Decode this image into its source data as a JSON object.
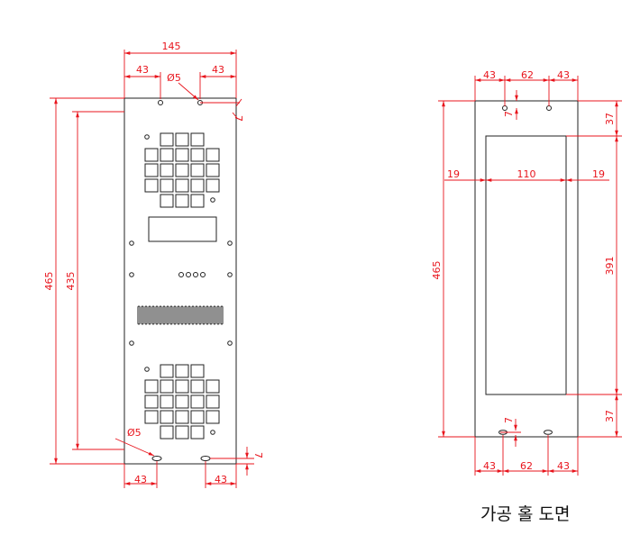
{
  "left_view": {
    "dim_top_width": "145",
    "dim_top_left": "43",
    "dim_top_right": "43",
    "hole_dia_top": "Ø5",
    "dim_height_total": "465",
    "dim_height_inner": "435",
    "hole_dia_bottom": "Ø5",
    "dim_bottom_left": "43",
    "dim_bottom_right": "43",
    "dim_top_offset": "7",
    "dim_bottom_offset": "7"
  },
  "right_view": {
    "dim_top_left": "43",
    "dim_top_mid": "62",
    "dim_top_right": "43",
    "dim_hole_offset_top": "7",
    "dim_side_left": "19",
    "dim_window_width": "110",
    "dim_side_right": "19",
    "dim_height_total": "465",
    "dim_top_margin": "37",
    "dim_window_height": "391",
    "dim_bottom_margin": "37",
    "dim_hole_offset_bottom": "7",
    "dim_bottom_left": "43",
    "dim_bottom_mid": "62",
    "dim_bottom_right": "43"
  },
  "caption": "가공 홀 도면"
}
